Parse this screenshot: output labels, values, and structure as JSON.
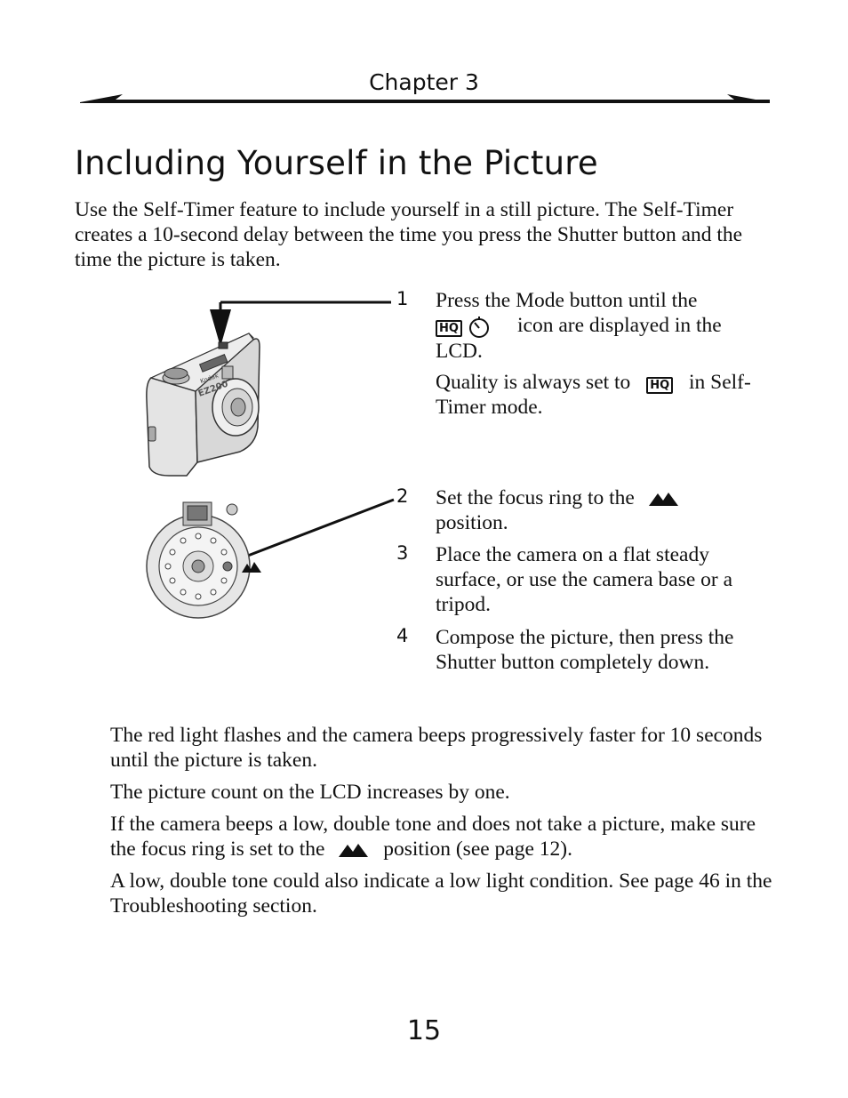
{
  "header": {
    "chapter": "Chapter 3"
  },
  "title": "Including Yourself in the Picture",
  "intro": "Use the Self-Timer feature to include yourself in a still picture. The Self-Timer creates a 10-second delay between the time you press the Shutter button and the time the picture is taken.",
  "steps": [
    {
      "number": "1",
      "text_a": "Press the Mode button until the",
      "text_b": "icon   are displayed in the LCD.",
      "note_a": "Quality is always set to",
      "note_b": "in Self-Timer mode."
    },
    {
      "number": "2",
      "text_a": "Set the focus ring to the",
      "text_b": "position."
    },
    {
      "number": "3",
      "text": "Place the camera on a flat steady surface, or use the camera base or a tripod."
    },
    {
      "number": "4",
      "text": "Compose the picture, then press the Shutter button completely down."
    }
  ],
  "notes": [
    {
      "text": "The red light flashes and the camera beeps progressively faster for 10 seconds until the picture is taken."
    },
    {
      "text": "The picture count on the LCD increases by one."
    },
    {
      "text_a": "If the camera beeps a low, double tone and does not take a picture, make sure the focus ring is set to the",
      "text_b": "position (see page 12)."
    },
    {
      "text": "A low, double tone could also indicate a low light condition. See page 46 in the Troubleshooting section."
    }
  ],
  "icons": {
    "hq": "HQ",
    "camera_brand": "Kodak",
    "camera_model": "EZ200"
  },
  "page_number": "15"
}
